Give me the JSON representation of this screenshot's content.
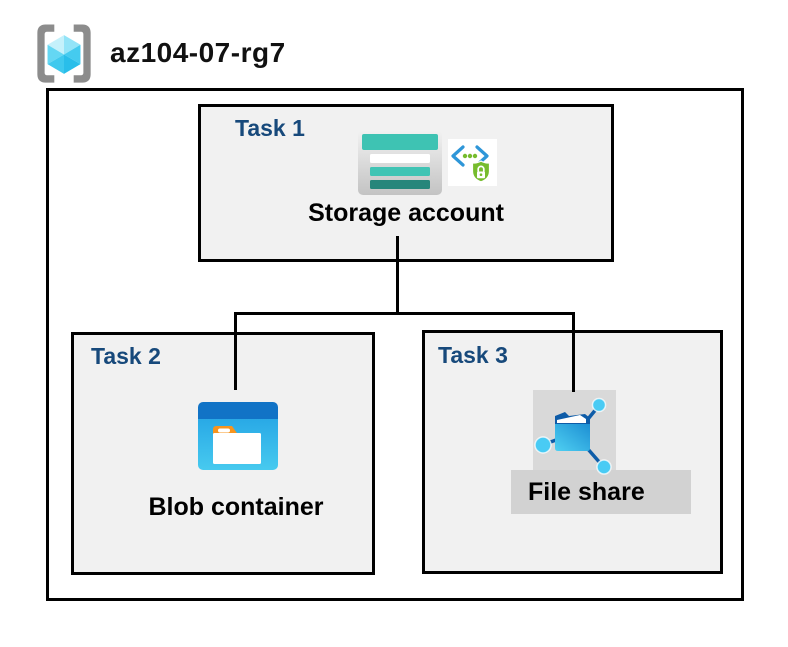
{
  "header": {
    "resource_group_name": "az104-07-rg7"
  },
  "diagram": {
    "tasks": [
      {
        "label": "Task 1",
        "node": "Storage account",
        "icons": [
          "storage-account-icon",
          "secure-endpoint-icon"
        ]
      },
      {
        "label": "Task 2",
        "node": "Blob container",
        "icons": [
          "blob-container-icon"
        ]
      },
      {
        "label": "Task 3",
        "node": "File share",
        "icons": [
          "file-share-icon"
        ]
      }
    ],
    "connections": [
      {
        "from": "Storage account",
        "to": "Blob container"
      },
      {
        "from": "Storage account",
        "to": "File share"
      }
    ],
    "colors": {
      "task_label": "#17497B",
      "box_fill": "#F1F1F1",
      "box_border": "#000000",
      "connector": "#000000",
      "storage_teal": "#3EC3B3",
      "storage_teal_dark": "#27867B",
      "blob_top_blue": "#1173C6",
      "blob_body_blue": "#35B9EA",
      "file_share_blue": "#1D8FD3",
      "file_node_cyan": "#49CBF4",
      "shield_green": "#76BC2D",
      "chevron_blue": "#2E96D8",
      "bracket_gray": "#8C8C8C",
      "highlight_gray": "#D2D2D2"
    }
  }
}
